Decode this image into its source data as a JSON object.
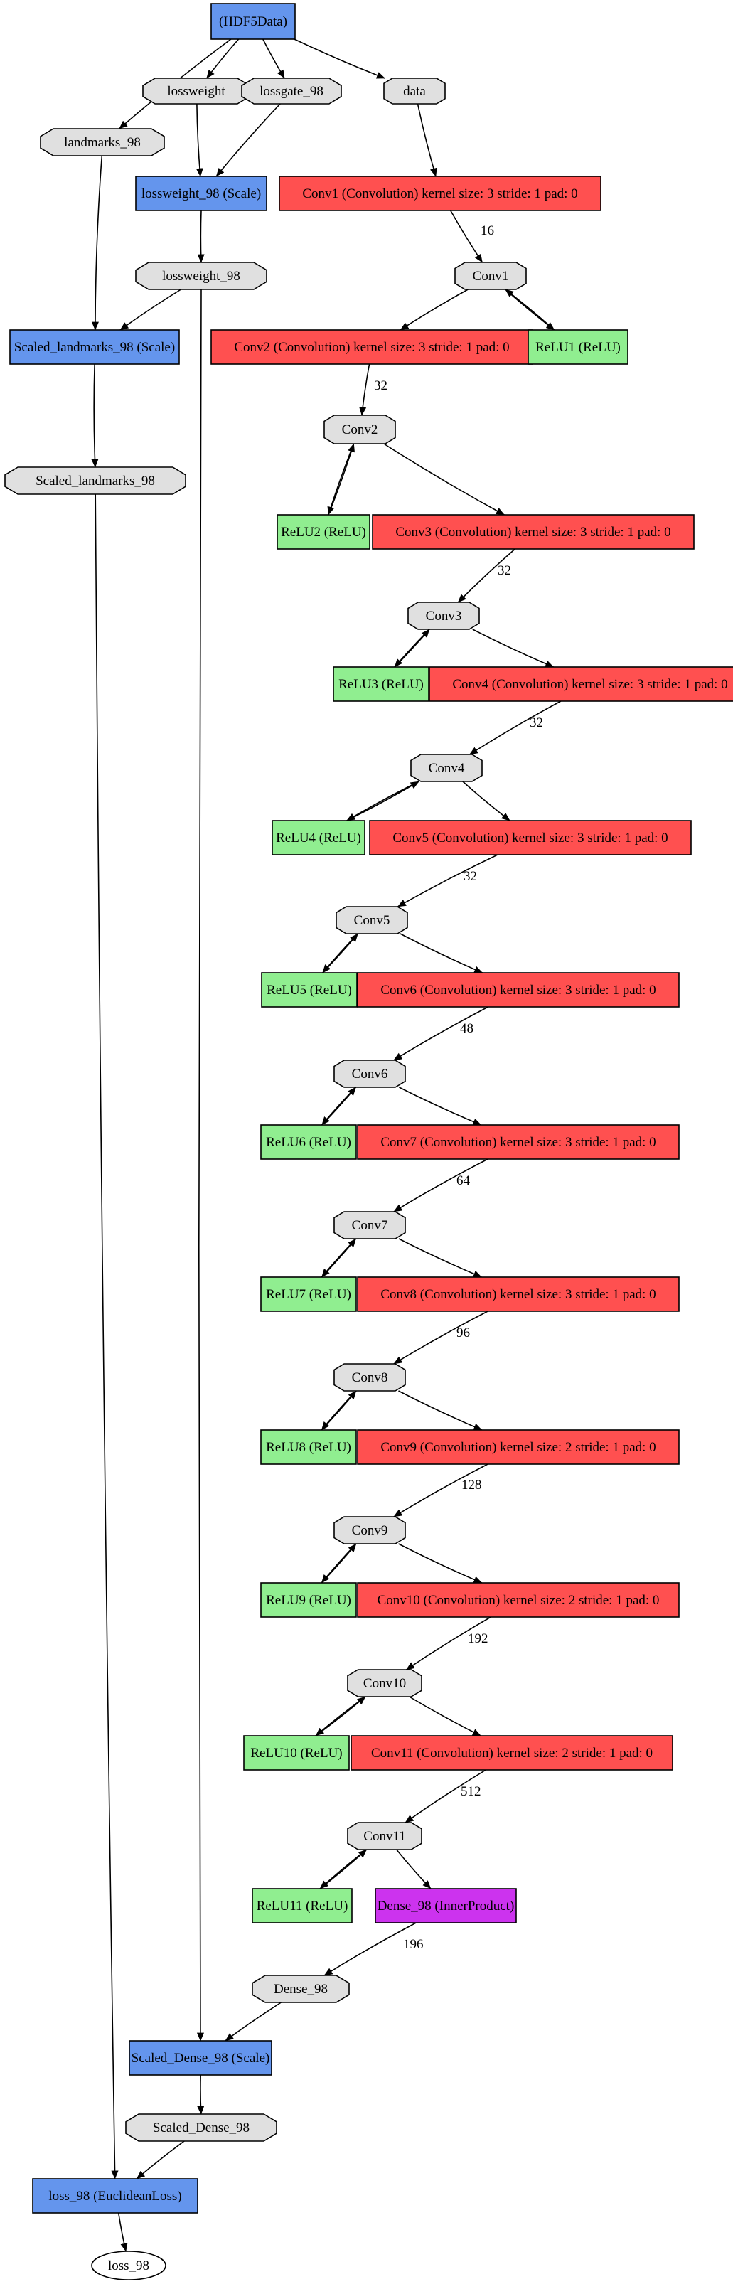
{
  "colors": {
    "data_layer": "#6495ed",
    "conv_layer": "#ff5050",
    "relu_layer": "#90ee90",
    "dense_layer": "#cc33ee",
    "blob": "#e0e0e0",
    "output": "#ffffff"
  },
  "nodes": [
    {
      "id": "hdf5",
      "label": "(HDF5Data)",
      "kind": "layer",
      "color": "data_layer"
    },
    {
      "id": "lossweight",
      "label": "lossweight",
      "kind": "blob"
    },
    {
      "id": "lossgate_98",
      "label": "lossgate_98",
      "kind": "blob"
    },
    {
      "id": "data",
      "label": "data",
      "kind": "blob"
    },
    {
      "id": "landmarks_98",
      "label": "landmarks_98",
      "kind": "blob"
    },
    {
      "id": "lossweight_98_scale",
      "label": "lossweight_98 (Scale)",
      "kind": "layer",
      "color": "data_layer"
    },
    {
      "id": "conv1_layer",
      "label": "Conv1 (Convolution) kernel size: 3 stride: 1 pad: 0",
      "kind": "layer",
      "color": "conv_layer"
    },
    {
      "id": "lossweight_98",
      "label": "lossweight_98",
      "kind": "blob"
    },
    {
      "id": "conv1",
      "label": "Conv1",
      "kind": "blob"
    },
    {
      "id": "scaled_landmarks_scale",
      "label": "Scaled_landmarks_98 (Scale)",
      "kind": "layer",
      "color": "data_layer"
    },
    {
      "id": "conv2_layer",
      "label": "Conv2 (Convolution) kernel size: 3 stride: 1 pad: 0",
      "kind": "layer",
      "color": "conv_layer"
    },
    {
      "id": "relu1",
      "label": "ReLU1 (ReLU)",
      "kind": "layer",
      "color": "relu_layer"
    },
    {
      "id": "conv2",
      "label": "Conv2",
      "kind": "blob"
    },
    {
      "id": "scaled_landmarks_98",
      "label": "Scaled_landmarks_98",
      "kind": "blob"
    },
    {
      "id": "relu2",
      "label": "ReLU2 (ReLU)",
      "kind": "layer",
      "color": "relu_layer"
    },
    {
      "id": "conv3_layer",
      "label": "Conv3 (Convolution) kernel size: 3 stride: 1 pad: 0",
      "kind": "layer",
      "color": "conv_layer"
    },
    {
      "id": "conv3",
      "label": "Conv3",
      "kind": "blob"
    },
    {
      "id": "relu3",
      "label": "ReLU3 (ReLU)",
      "kind": "layer",
      "color": "relu_layer"
    },
    {
      "id": "conv4_layer",
      "label": "Conv4 (Convolution) kernel size: 3 stride: 1 pad: 0",
      "kind": "layer",
      "color": "conv_layer"
    },
    {
      "id": "conv4",
      "label": "Conv4",
      "kind": "blob"
    },
    {
      "id": "relu4",
      "label": "ReLU4 (ReLU)",
      "kind": "layer",
      "color": "relu_layer"
    },
    {
      "id": "conv5_layer",
      "label": "Conv5 (Convolution) kernel size: 3 stride: 1 pad: 0",
      "kind": "layer",
      "color": "conv_layer"
    },
    {
      "id": "conv5",
      "label": "Conv5",
      "kind": "blob"
    },
    {
      "id": "relu5",
      "label": "ReLU5 (ReLU)",
      "kind": "layer",
      "color": "relu_layer"
    },
    {
      "id": "conv6_layer",
      "label": "Conv6 (Convolution) kernel size: 3 stride: 1 pad: 0",
      "kind": "layer",
      "color": "conv_layer"
    },
    {
      "id": "conv6",
      "label": "Conv6",
      "kind": "blob"
    },
    {
      "id": "relu6",
      "label": "ReLU6 (ReLU)",
      "kind": "layer",
      "color": "relu_layer"
    },
    {
      "id": "conv7_layer",
      "label": "Conv7 (Convolution) kernel size: 3 stride: 1 pad: 0",
      "kind": "layer",
      "color": "conv_layer"
    },
    {
      "id": "conv7",
      "label": "Conv7",
      "kind": "blob"
    },
    {
      "id": "relu7",
      "label": "ReLU7 (ReLU)",
      "kind": "layer",
      "color": "relu_layer"
    },
    {
      "id": "conv8_layer",
      "label": "Conv8 (Convolution) kernel size: 3 stride: 1 pad: 0",
      "kind": "layer",
      "color": "conv_layer"
    },
    {
      "id": "conv8",
      "label": "Conv8",
      "kind": "blob"
    },
    {
      "id": "relu8",
      "label": "ReLU8 (ReLU)",
      "kind": "layer",
      "color": "relu_layer"
    },
    {
      "id": "conv9_layer",
      "label": "Conv9 (Convolution) kernel size: 2 stride: 1 pad: 0",
      "kind": "layer",
      "color": "conv_layer"
    },
    {
      "id": "conv9",
      "label": "Conv9",
      "kind": "blob"
    },
    {
      "id": "relu9",
      "label": "ReLU9 (ReLU)",
      "kind": "layer",
      "color": "relu_layer"
    },
    {
      "id": "conv10_layer",
      "label": "Conv10 (Convolution) kernel size: 2 stride: 1 pad: 0",
      "kind": "layer",
      "color": "conv_layer"
    },
    {
      "id": "conv10",
      "label": "Conv10",
      "kind": "blob"
    },
    {
      "id": "relu10",
      "label": "ReLU10 (ReLU)",
      "kind": "layer",
      "color": "relu_layer"
    },
    {
      "id": "conv11_layer",
      "label": "Conv11 (Convolution) kernel size: 2 stride: 1 pad: 0",
      "kind": "layer",
      "color": "conv_layer"
    },
    {
      "id": "conv11",
      "label": "Conv11",
      "kind": "blob"
    },
    {
      "id": "relu11",
      "label": "ReLU11 (ReLU)",
      "kind": "layer",
      "color": "relu_layer"
    },
    {
      "id": "dense_98_layer",
      "label": "Dense_98 (InnerProduct)",
      "kind": "layer",
      "color": "dense_layer"
    },
    {
      "id": "dense_98",
      "label": "Dense_98",
      "kind": "blob"
    },
    {
      "id": "scaled_dense_scale",
      "label": "Scaled_Dense_98 (Scale)",
      "kind": "layer",
      "color": "data_layer"
    },
    {
      "id": "scaled_dense_98",
      "label": "Scaled_Dense_98",
      "kind": "blob"
    },
    {
      "id": "loss_layer",
      "label": "loss_98 (EuclideanLoss)",
      "kind": "layer",
      "color": "data_layer"
    },
    {
      "id": "loss_98",
      "label": "loss_98",
      "kind": "output"
    }
  ],
  "edges": [
    {
      "from": "hdf5",
      "to": "landmarks_98"
    },
    {
      "from": "hdf5",
      "to": "lossweight"
    },
    {
      "from": "hdf5",
      "to": "lossgate_98"
    },
    {
      "from": "hdf5",
      "to": "data"
    },
    {
      "from": "lossweight",
      "to": "lossweight_98_scale"
    },
    {
      "from": "lossgate_98",
      "to": "lossweight_98_scale"
    },
    {
      "from": "data",
      "to": "conv1_layer"
    },
    {
      "from": "lossweight_98_scale",
      "to": "lossweight_98"
    },
    {
      "from": "landmarks_98",
      "to": "scaled_landmarks_scale"
    },
    {
      "from": "lossweight_98",
      "to": "scaled_landmarks_scale"
    },
    {
      "from": "lossweight_98",
      "to": "scaled_dense_scale"
    },
    {
      "from": "conv1_layer",
      "to": "conv1",
      "label": "16"
    },
    {
      "from": "conv1",
      "to": "conv2_layer"
    },
    {
      "from": "conv1",
      "to": "relu1"
    },
    {
      "from": "relu1",
      "to": "conv1"
    },
    {
      "from": "scaled_landmarks_scale",
      "to": "scaled_landmarks_98"
    },
    {
      "from": "conv2_layer",
      "to": "conv2",
      "label": "32"
    },
    {
      "from": "conv2",
      "to": "relu2"
    },
    {
      "from": "relu2",
      "to": "conv2"
    },
    {
      "from": "conv2",
      "to": "conv3_layer"
    },
    {
      "from": "conv3_layer",
      "to": "conv3",
      "label": "32"
    },
    {
      "from": "conv3",
      "to": "relu3"
    },
    {
      "from": "relu3",
      "to": "conv3"
    },
    {
      "from": "conv3",
      "to": "conv4_layer"
    },
    {
      "from": "conv4_layer",
      "to": "conv4",
      "label": "32"
    },
    {
      "from": "conv4",
      "to": "relu4"
    },
    {
      "from": "relu4",
      "to": "conv4"
    },
    {
      "from": "conv4",
      "to": "conv5_layer"
    },
    {
      "from": "conv5_layer",
      "to": "conv5",
      "label": "32"
    },
    {
      "from": "conv5",
      "to": "relu5"
    },
    {
      "from": "relu5",
      "to": "conv5"
    },
    {
      "from": "conv5",
      "to": "conv6_layer"
    },
    {
      "from": "conv6_layer",
      "to": "conv6",
      "label": "48"
    },
    {
      "from": "conv6",
      "to": "relu6"
    },
    {
      "from": "relu6",
      "to": "conv6"
    },
    {
      "from": "conv6",
      "to": "conv7_layer"
    },
    {
      "from": "conv7_layer",
      "to": "conv7",
      "label": "64"
    },
    {
      "from": "conv7",
      "to": "relu7"
    },
    {
      "from": "relu7",
      "to": "conv7"
    },
    {
      "from": "conv7",
      "to": "conv8_layer"
    },
    {
      "from": "conv8_layer",
      "to": "conv8",
      "label": "96"
    },
    {
      "from": "conv8",
      "to": "relu8"
    },
    {
      "from": "relu8",
      "to": "conv8"
    },
    {
      "from": "conv8",
      "to": "conv9_layer"
    },
    {
      "from": "conv9_layer",
      "to": "conv9",
      "label": "128"
    },
    {
      "from": "conv9",
      "to": "relu9"
    },
    {
      "from": "relu9",
      "to": "conv9"
    },
    {
      "from": "conv9",
      "to": "conv10_layer"
    },
    {
      "from": "conv10_layer",
      "to": "conv10",
      "label": "192"
    },
    {
      "from": "conv10",
      "to": "relu10"
    },
    {
      "from": "relu10",
      "to": "conv10"
    },
    {
      "from": "conv10",
      "to": "conv11_layer"
    },
    {
      "from": "conv11_layer",
      "to": "conv11",
      "label": "512"
    },
    {
      "from": "conv11",
      "to": "relu11"
    },
    {
      "from": "relu11",
      "to": "conv11"
    },
    {
      "from": "conv11",
      "to": "dense_98_layer"
    },
    {
      "from": "dense_98_layer",
      "to": "dense_98",
      "label": "196"
    },
    {
      "from": "dense_98",
      "to": "scaled_dense_scale"
    },
    {
      "from": "scaled_dense_scale",
      "to": "scaled_dense_98"
    },
    {
      "from": "scaled_dense_98",
      "to": "loss_layer"
    },
    {
      "from": "scaled_landmarks_98",
      "to": "loss_layer"
    },
    {
      "from": "loss_layer",
      "to": "loss_98"
    }
  ]
}
